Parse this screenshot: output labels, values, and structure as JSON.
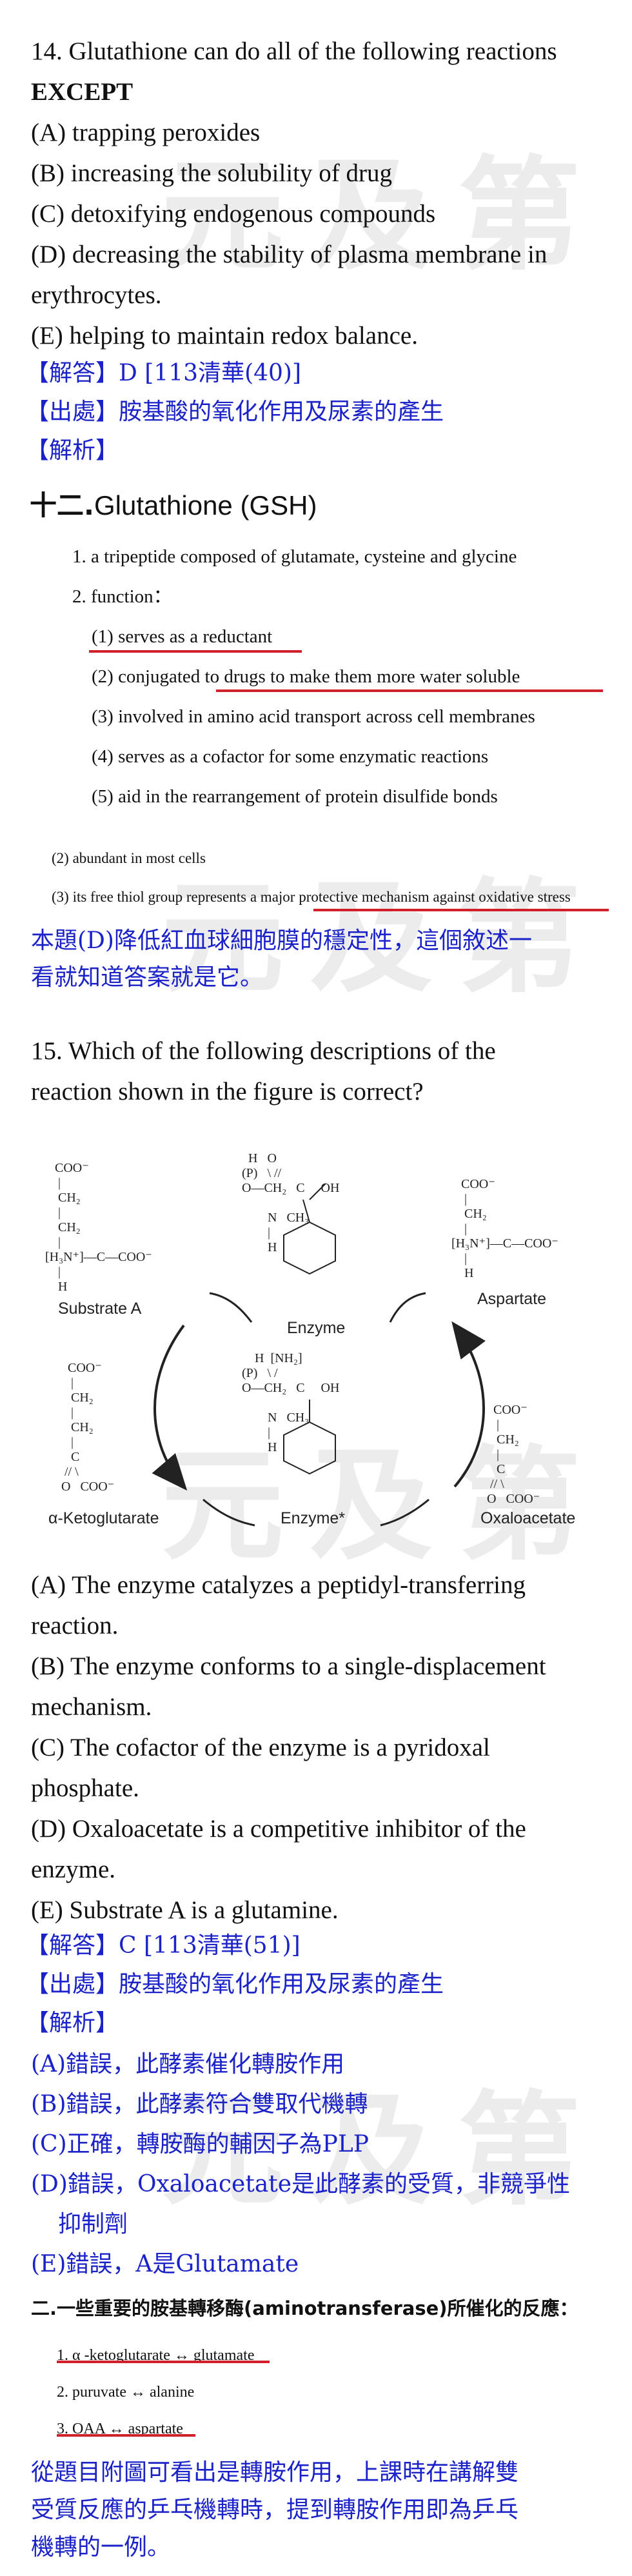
{
  "watermark": "元及第",
  "q14": {
    "stem_line1": "14. Glutathione can do all of the following reactions",
    "stem_line2": "EXCEPT",
    "options": [
      "(A) trapping peroxides",
      "(B) increasing the solubility of drug",
      "(C) detoxifying endogenous compounds",
      "(D) decreasing the stability of plasma membrane in",
      "erythrocytes.",
      "(E) helping to maintain redox balance."
    ],
    "answer": "【解答】D      [113清華(40)]",
    "source": "【出處】胺基酸的氧化作用及尿素的產生",
    "analysis": "【解析】",
    "section_num": "十二.",
    "section_title": "Glutathione (GSH)",
    "item1": "1. a tripeptide composed of glutamate, cysteine and glycine",
    "item2": "2. function：",
    "functions": [
      "(1) serves as a reductant",
      "(2) conjugated to drugs to make them more water soluble",
      "(3) involved in amino acid transport across cell membranes",
      "(4) serves as a cofactor for some enzymatic reactions",
      "(5) aid in the rearrangement of protein disulfide bonds"
    ],
    "note1": "(2) abundant in most cells",
    "note2": "(3) its free thiol group represents a major protective mechanism against oxidative stress",
    "comment_line1": "本題(D)降低紅血球細胞膜的穩定性，這個敘述一",
    "comment_line2": "看就知道答案就是它。"
  },
  "q15": {
    "stem_line1": "15. Which of the following descriptions of the",
    "stem_line2": "reaction shown in the figure is correct?",
    "figure": {
      "substrate_a": "Substrate A",
      "enzyme": "Enzyme",
      "aspartate": "Aspartate",
      "ketoglutarate": "α-Ketoglutarate",
      "enzyme_star": "Enzyme*",
      "oxaloacetate": "Oxaloacetate"
    },
    "options": [
      "(A) The enzyme catalyzes a peptidyl-transferring",
      "reaction.",
      "(B) The enzyme conforms to a single-displacement",
      "mechanism.",
      "(C) The cofactor of the enzyme is a pyridoxal",
      "phosphate.",
      "(D) Oxaloacetate is a competitive inhibitor of the",
      "enzyme.",
      "(E) Substrate A is a glutamine."
    ],
    "answer": "【解答】C      [113清華(51)]",
    "source": "【出處】胺基酸的氧化作用及尿素的產生",
    "analysis": "【解析】",
    "explanations": [
      "(A)錯誤，此酵素催化轉胺作用",
      "(B)錯誤，此酵素符合雙取代機轉",
      "(C)正確，轉胺酶的輔因子為PLP",
      "(D)錯誤，Oxaloacetate是此酵素的受質，非競爭性",
      "抑制劑",
      "(E)錯誤，A是Glutamate"
    ],
    "table_title": "二.一些重要的胺基轉移酶(aminotransferase)所催化的反應：",
    "reactions": [
      "1. α -ketoglutarate ↔ glutamate",
      "2. puruvate ↔ alanine",
      "3. OAA ↔ aspartate"
    ],
    "comment_lines": [
      "從題目附圖可看出是轉胺作用，上課時在講解雙",
      "受質反應的乒乓機轉時，提到轉胺作用即為乒乓",
      "機轉的一例。"
    ]
  }
}
